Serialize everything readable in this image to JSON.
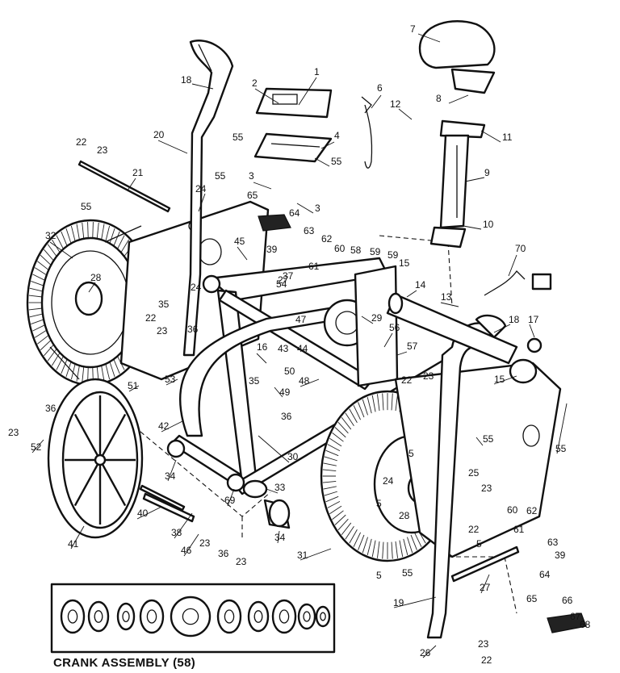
{
  "caption": "CRANK ASSEMBLY (58)",
  "callouts": [
    {
      "id": "c1",
      "text": "1"
    },
    {
      "id": "c2",
      "text": "2"
    },
    {
      "id": "c3a",
      "text": "3"
    },
    {
      "id": "c3b",
      "text": "3"
    },
    {
      "id": "c4",
      "text": "4"
    },
    {
      "id": "c5a",
      "text": "5"
    },
    {
      "id": "c5b",
      "text": "5"
    },
    {
      "id": "c5c",
      "text": "5"
    },
    {
      "id": "c5d",
      "text": "5"
    },
    {
      "id": "c6",
      "text": "6"
    },
    {
      "id": "c7",
      "text": "7"
    },
    {
      "id": "c8",
      "text": "8"
    },
    {
      "id": "c9",
      "text": "9"
    },
    {
      "id": "c10",
      "text": "10"
    },
    {
      "id": "c11",
      "text": "11"
    },
    {
      "id": "c12",
      "text": "12"
    },
    {
      "id": "c13",
      "text": "13"
    },
    {
      "id": "c14",
      "text": "14"
    },
    {
      "id": "c15a",
      "text": "15"
    },
    {
      "id": "c15b",
      "text": "15"
    },
    {
      "id": "c16",
      "text": "16"
    },
    {
      "id": "c17",
      "text": "17"
    },
    {
      "id": "c18a",
      "text": "18"
    },
    {
      "id": "c18b",
      "text": "18"
    },
    {
      "id": "c19",
      "text": "19"
    },
    {
      "id": "c20",
      "text": "20"
    },
    {
      "id": "c21",
      "text": "21"
    },
    {
      "id": "c22a",
      "text": "22"
    },
    {
      "id": "c22b",
      "text": "22"
    },
    {
      "id": "c22c",
      "text": "22"
    },
    {
      "id": "c22d",
      "text": "22"
    },
    {
      "id": "c22e",
      "text": "22"
    },
    {
      "id": "c23a",
      "text": "23"
    },
    {
      "id": "c23b",
      "text": "23"
    },
    {
      "id": "c23c",
      "text": "23"
    },
    {
      "id": "c23d",
      "text": "23"
    },
    {
      "id": "c23e",
      "text": "23"
    },
    {
      "id": "c23f",
      "text": "23"
    },
    {
      "id": "c23g",
      "text": "23"
    },
    {
      "id": "c23h",
      "text": "23"
    },
    {
      "id": "c24a",
      "text": "24"
    },
    {
      "id": "c24b",
      "text": "24"
    },
    {
      "id": "c24c",
      "text": "24"
    },
    {
      "id": "c25",
      "text": "25"
    },
    {
      "id": "c26",
      "text": "26"
    },
    {
      "id": "c27a",
      "text": "27"
    },
    {
      "id": "c27b",
      "text": "27"
    },
    {
      "id": "c28a",
      "text": "28"
    },
    {
      "id": "c28b",
      "text": "28"
    },
    {
      "id": "c29",
      "text": "29"
    },
    {
      "id": "c30",
      "text": "30"
    },
    {
      "id": "c31",
      "text": "31"
    },
    {
      "id": "c32",
      "text": "32"
    },
    {
      "id": "c33",
      "text": "33"
    },
    {
      "id": "c34a",
      "text": "34"
    },
    {
      "id": "c34b",
      "text": "34"
    },
    {
      "id": "c35a",
      "text": "35"
    },
    {
      "id": "c35b",
      "text": "35"
    },
    {
      "id": "c36a",
      "text": "36"
    },
    {
      "id": "c36b",
      "text": "36"
    },
    {
      "id": "c36c",
      "text": "36"
    },
    {
      "id": "c36d",
      "text": "36"
    },
    {
      "id": "c37",
      "text": "37"
    },
    {
      "id": "c38",
      "text": "38"
    },
    {
      "id": "c39a",
      "text": "39"
    },
    {
      "id": "c39b",
      "text": "39"
    },
    {
      "id": "c40",
      "text": "40"
    },
    {
      "id": "c41",
      "text": "41"
    },
    {
      "id": "c42",
      "text": "42"
    },
    {
      "id": "c43",
      "text": "43"
    },
    {
      "id": "c44",
      "text": "44"
    },
    {
      "id": "c45",
      "text": "45"
    },
    {
      "id": "c46",
      "text": "46"
    },
    {
      "id": "c47",
      "text": "47"
    },
    {
      "id": "c48",
      "text": "48"
    },
    {
      "id": "c49",
      "text": "49"
    },
    {
      "id": "c50",
      "text": "50"
    },
    {
      "id": "c51",
      "text": "51"
    },
    {
      "id": "c52",
      "text": "52"
    },
    {
      "id": "c53",
      "text": "53"
    },
    {
      "id": "c54",
      "text": "54"
    },
    {
      "id": "c55a",
      "text": "55"
    },
    {
      "id": "c55b",
      "text": "55"
    },
    {
      "id": "c55c",
      "text": "55"
    },
    {
      "id": "c55d",
      "text": "55"
    },
    {
      "id": "c55e",
      "text": "55"
    },
    {
      "id": "c55f",
      "text": "55"
    },
    {
      "id": "c55g",
      "text": "55"
    },
    {
      "id": "c56",
      "text": "56"
    },
    {
      "id": "c57",
      "text": "57"
    },
    {
      "id": "c58",
      "text": "58"
    },
    {
      "id": "c59a",
      "text": "59"
    },
    {
      "id": "c59b",
      "text": "59"
    },
    {
      "id": "c60a",
      "text": "60"
    },
    {
      "id": "c60b",
      "text": "60"
    },
    {
      "id": "c61a",
      "text": "61"
    },
    {
      "id": "c61b",
      "text": "61"
    },
    {
      "id": "c62a",
      "text": "62"
    },
    {
      "id": "c62b",
      "text": "62"
    },
    {
      "id": "c63a",
      "text": "63"
    },
    {
      "id": "c63b",
      "text": "63"
    },
    {
      "id": "c64a",
      "text": "64"
    },
    {
      "id": "c64b",
      "text": "64"
    },
    {
      "id": "c65a",
      "text": "65"
    },
    {
      "id": "c65b",
      "text": "65"
    },
    {
      "id": "c66",
      "text": "66"
    },
    {
      "id": "c67",
      "text": "67"
    },
    {
      "id": "c68",
      "text": "68"
    },
    {
      "id": "c69",
      "text": "69"
    },
    {
      "id": "c70",
      "text": "70"
    }
  ]
}
